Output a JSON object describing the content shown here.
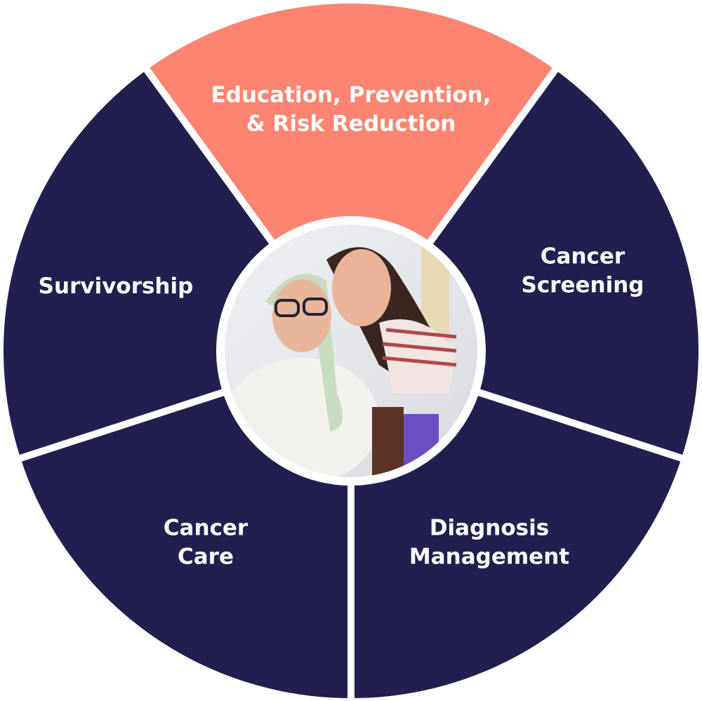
{
  "colors": {
    "navy": "#221e4f",
    "salmon": "#fd8470",
    "gap": "#ffffff"
  },
  "segments": [
    {
      "lines": [
        "Education, Prevention,",
        "& Risk Reduction"
      ],
      "highlighted": true
    },
    {
      "lines": [
        "Cancer",
        "Screening"
      ],
      "highlighted": false
    },
    {
      "lines": [
        "Diagnosis",
        "Management"
      ],
      "highlighted": false
    },
    {
      "lines": [
        "Cancer",
        "Care"
      ],
      "highlighted": false
    },
    {
      "lines": [
        "Survivorship"
      ],
      "highlighted": false
    }
  ],
  "center_image": "photo-two-women-embracing"
}
